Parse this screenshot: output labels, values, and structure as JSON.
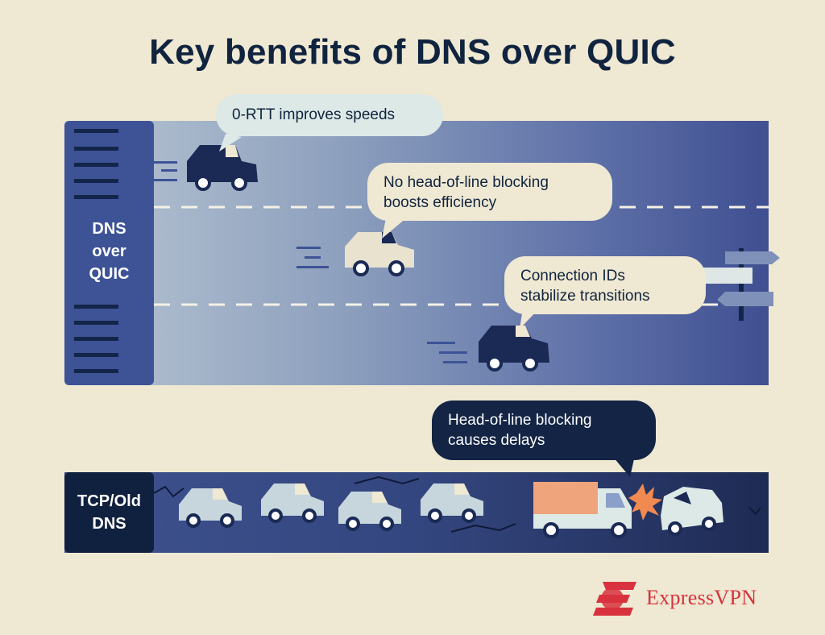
{
  "title": "Key benefits of DNS over QUIC",
  "quic_lane": {
    "label": "DNS\nover\nQUIC",
    "callouts": [
      {
        "text": "0-RTT improves speeds"
      },
      {
        "text": "No head-of-line blocking\nboosts efficiency"
      },
      {
        "text": "Connection IDs\nstabilize transitions"
      }
    ]
  },
  "tcp_lane": {
    "label": "TCP/Old\nDNS",
    "callout": "Head-of-line blocking\ncauses delays"
  },
  "brand": {
    "name": "ExpressVPN",
    "color": "#d8323e"
  },
  "colors": {
    "background": "#efe8d2",
    "navy": "#10243f",
    "road_blue": "#3d5396",
    "bubble_light": "#dde9e6"
  }
}
